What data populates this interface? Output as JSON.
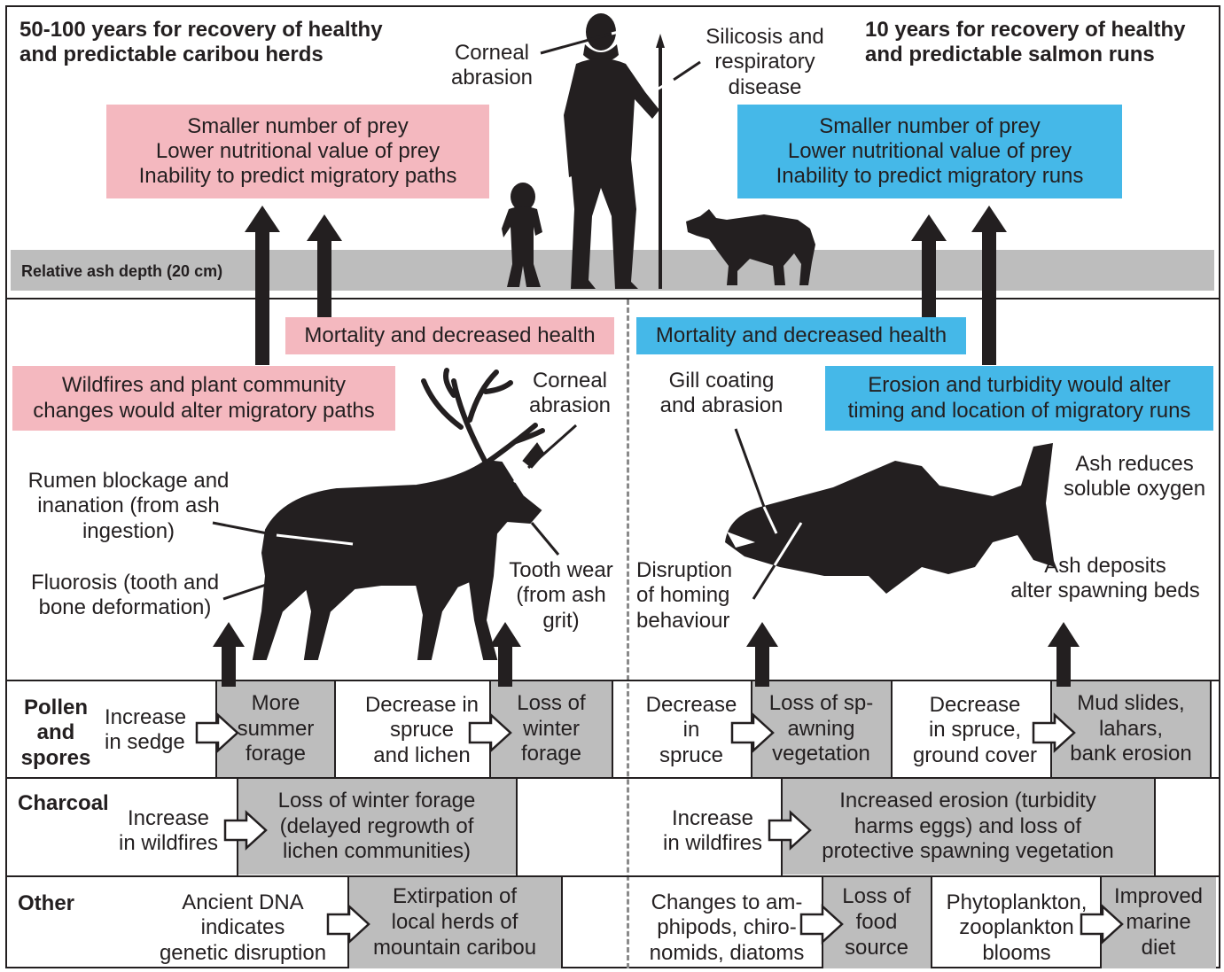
{
  "header": {
    "caribou_recovery": "50-100 years for recovery of healthy\nand predictable caribou herds",
    "salmon_recovery": "10 years for recovery of healthy\nand predictable salmon runs"
  },
  "human": {
    "corneal_abrasion": "Corneal\nabrasion",
    "silicosis": "Silicosis and\nrespiratory\ndisease"
  },
  "prey_effects": {
    "caribou": "Smaller number of prey\nLower nutritional value of prey\nInability to predict migratory paths",
    "salmon": "Smaller number of prey\nLower nutritional value of prey\nInability to predict migratory runs"
  },
  "ash_band": {
    "label": "Relative ash depth (20 cm)"
  },
  "mortality": {
    "caribou": "Mortality and decreased health",
    "salmon": "Mortality and decreased health"
  },
  "migration": {
    "caribou": "Wildfires and plant community\nchanges would alter migratory paths",
    "salmon": "Erosion and turbidity would alter\ntiming and location of migratory runs"
  },
  "caribou_impacts": {
    "corneal": "Corneal\nabrasion",
    "rumen": "Rumen blockage and\ninanation (from ash\ningestion)",
    "fluorosis": "Fluorosis (tooth and\nbone deformation)",
    "tooth_wear": "Tooth wear\n(from ash\ngrit)"
  },
  "salmon_impacts": {
    "gill": "Gill coating\nand abrasion",
    "oxygen": "Ash reduces\nsoluble oxygen",
    "homing": "Disruption\nof homing\nbehaviour",
    "spawning": "Ash deposits\nalter spawning beds"
  },
  "rows": {
    "pollen": {
      "label": "Pollen\nand\nspores",
      "c1_cause": "Increase\nin sedge",
      "c1_effect": "More\nsummer\nforage",
      "c2_cause": "Decrease in\nspruce\nand lichen",
      "c2_effect": "Loss of\nwinter\nforage",
      "s1_cause": "Decrease\nin\nspruce",
      "s1_effect": "Loss of sp-\nawning\nvegetation",
      "s2_cause": "Decrease\nin spruce,\nground cover",
      "s2_effect": "Mud slides,\nlahars,\nbank erosion"
    },
    "charcoal": {
      "label": "Charcoal",
      "c_cause": "Increase\nin wildfires",
      "c_effect": "Loss of winter forage\n(delayed regrowth of\nlichen communities)",
      "s_cause": "Increase\nin wildfires",
      "s_effect": "Increased erosion (turbidity\nharms eggs) and loss of\nprotective spawning vegetation"
    },
    "other": {
      "label": "Other",
      "c_cause": "Ancient DNA\nindicates\ngenetic disruption",
      "c_effect": "Extirpation of\nlocal herds of\nmountain caribou",
      "s1_cause": "Changes to am-\nphipods, chiro-\nnomids, diatoms",
      "s1_effect": "Loss of\nfood\nsource",
      "s2_cause": "Phytoplankton,\nzooplankton\nblooms",
      "s2_effect": "Improved\nmarine\ndiet"
    }
  },
  "icons": [
    "human-silhouette",
    "child-silhouette",
    "dog-silhouette",
    "caribou-silhouette",
    "salmon-silhouette",
    "up-arrow-icon",
    "hollow-right-arrow-icon"
  ],
  "colors": {
    "caribou_pink": "#f4b8bf",
    "salmon_blue": "#45b8e8",
    "gray_box": "#bdbdbd",
    "ash_band": "#bdbdbd"
  }
}
